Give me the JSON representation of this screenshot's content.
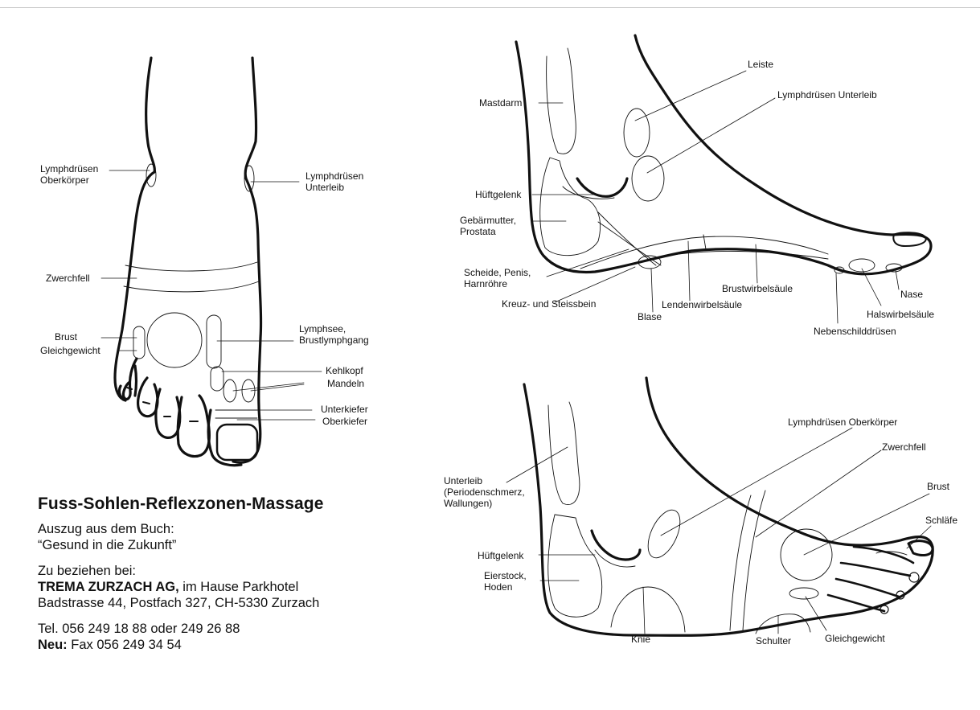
{
  "sole": {
    "lymph_upper": "Lymphdrüsen\nOberkörper",
    "lymph_lower": "Lymphdrüsen\nUnterleib",
    "diaphragm": "Zwerchfell",
    "chest": "Brust",
    "balance": "Gleichgewicht",
    "lymph_sea": "Lymphsee,\nBrustlymphgang",
    "larynx": "Kehlkopf",
    "tonsils": "Mandeln",
    "lower_jaw": "Unterkiefer",
    "upper_jaw": "Oberkiefer"
  },
  "inner": {
    "rectum": "Mastdarm",
    "groin": "Leiste",
    "lymph_lower": "Lymphdrüsen Unterleib",
    "hip": "Hüftgelenk",
    "uterus": "Gebärmutter,\nProstata",
    "vagina": "Scheide, Penis,\nHarnröhre",
    "sacrum": "Kreuz- und Steissbein",
    "bladder": "Blase",
    "lumbar": "Lendenwirbelsäule",
    "thoracic": "Brustwirbelsäule",
    "nose": "Nase",
    "cervical": "Halswirbelsäule",
    "parathyroid": "Nebenschilddrüsen"
  },
  "outer": {
    "lymph_upper": "Lymphdrüsen Oberkörper",
    "diaphragm": "Zwerchfell",
    "abdomen": "Unterleib\n(Periodenschmerz,\nWallungen)",
    "chest": "Brust",
    "temple": "Schläfe",
    "hip": "Hüftgelenk",
    "ovary": "Eierstock,\nHoden",
    "knee": "Knie",
    "shoulder": "Schulter",
    "balance": "Gleichgewicht"
  },
  "info": {
    "title": "Fuss-Sohlen-Reflexzonen-Massage",
    "excerpt_line1": "Auszug aus dem Buch:",
    "excerpt_line2": "“Gesund in die Zukunft”",
    "source_label": "Zu beziehen bei:",
    "company": "TREMA ZURZACH AG,",
    "company_rest": " im Hause Parkhotel",
    "address": "Badstrasse 44, Postfach 327, CH-5330 Zurzach",
    "phone": "Tel. 056 249 18 88 oder 249 26 88",
    "new_label": "Neu:",
    "fax": " Fax 056 249 34 54"
  }
}
